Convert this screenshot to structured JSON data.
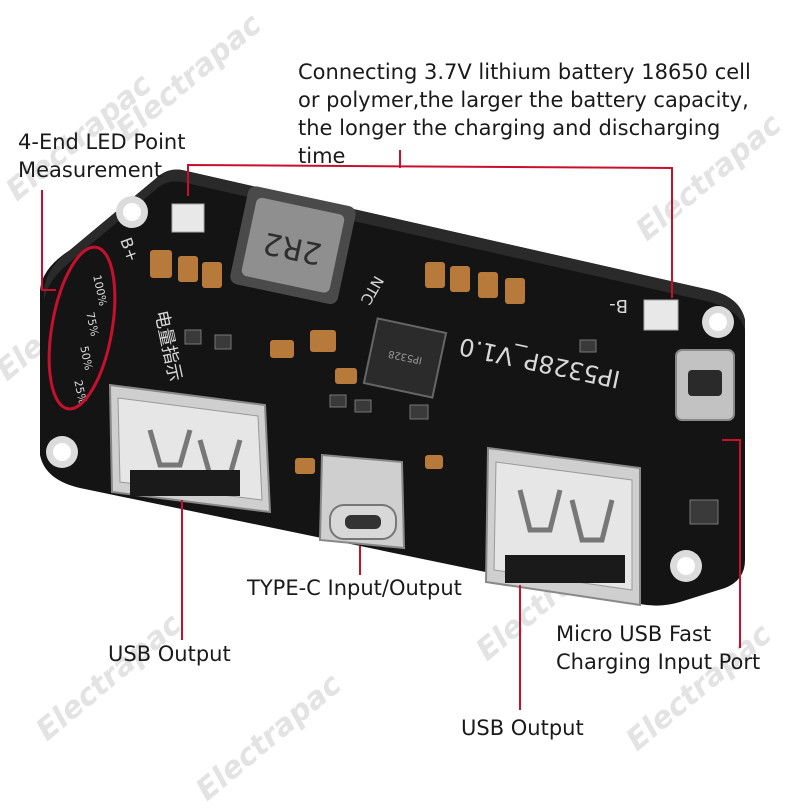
{
  "watermark": "Electrapac",
  "board": {
    "model_marking": "IP5328P_V1.0",
    "inductor_marking": "2R2",
    "chip_marking": "IP5328",
    "silk_bplus": "B+",
    "silk_bminus": "B-",
    "silk_ntc": "NTC",
    "silk_indicator": "电量指示",
    "led_levels": [
      "100%",
      "75%",
      "50%",
      "25%"
    ]
  },
  "callouts": {
    "battery": [
      "Connecting 3.7V lithium battery 18650 cell",
      "or polymer,the larger the battery capacity,",
      "the longer the charging and discharging",
      "time"
    ],
    "led": [
      "4-End LED Point",
      "Measurement"
    ],
    "typec": "TYPE-C Input/Output",
    "usb_left": "USB Output",
    "micro": [
      "Micro USB Fast",
      "Charging Input Port"
    ],
    "usb_right": "USB Output"
  },
  "colors": {
    "pcb": "#141414",
    "leader": "#c8102e",
    "text": "#1a1a1a",
    "metal": "#c9c9c9"
  }
}
